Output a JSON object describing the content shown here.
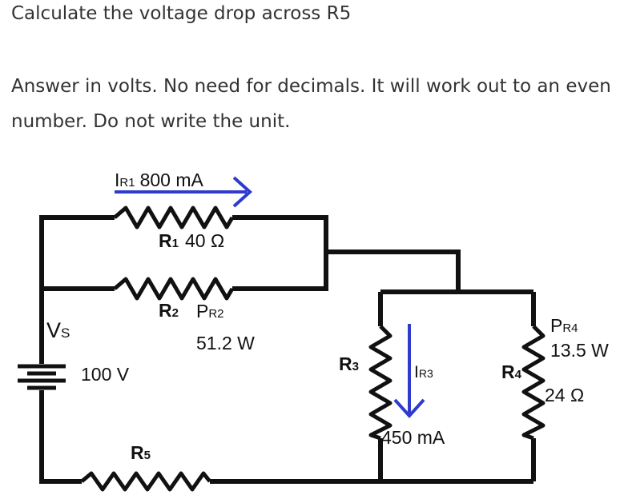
{
  "question": {
    "title": "Calculate the voltage drop across R5",
    "instructions": "Answer in volts. No need for decimals. It will work out to an even number. Do not write the unit."
  },
  "colors": {
    "wire": "#111111",
    "current_arrow": "#2e3bcc",
    "question_text": "#333333"
  },
  "circuit": {
    "source": {
      "symbol": "V",
      "subscript": "S",
      "value": "100 V"
    },
    "r1": {
      "name": "R",
      "sub": "1",
      "value": "40 Ω",
      "current_symbol": "I",
      "current_sub": "R1",
      "current_value": "800 mA"
    },
    "r2": {
      "name": "R",
      "sub": "2",
      "power_symbol": "P",
      "power_sub": "R2",
      "power_value": "51.2 W"
    },
    "r3": {
      "name": "R",
      "sub": "3",
      "current_symbol": "I",
      "current_sub": "R3",
      "current_value": "450 mA"
    },
    "r4": {
      "name": "R",
      "sub": "4",
      "power_symbol": "P",
      "power_sub": "R4",
      "power_value": "13.5 W",
      "resistance": "24 Ω"
    },
    "r5": {
      "name": "R",
      "sub": "5"
    }
  }
}
